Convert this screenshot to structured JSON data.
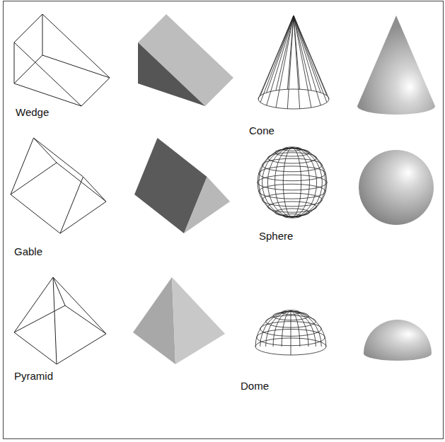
{
  "diagram": {
    "labels": [
      "Wedge",
      "Cone",
      "Gable",
      "Sphere",
      "Pyramid",
      "Dome"
    ]
  }
}
